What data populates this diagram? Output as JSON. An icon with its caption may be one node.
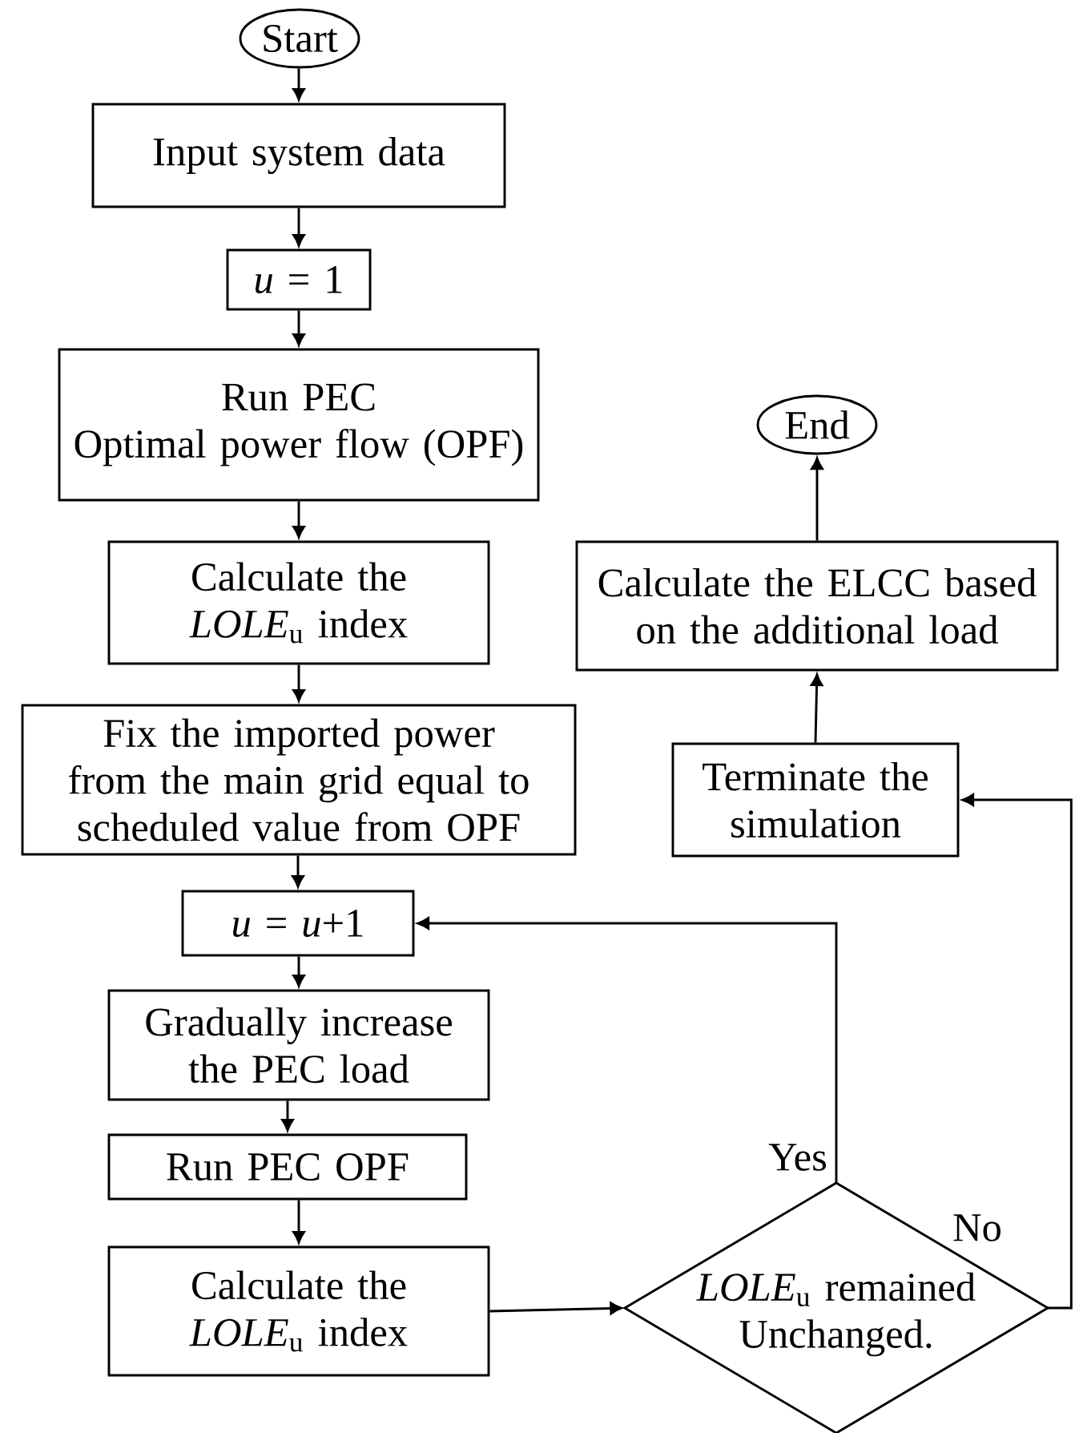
{
  "diagram": {
    "nodes": [
      {
        "text": [
          "Start"
        ]
      },
      {
        "text": [
          "Input system data"
        ]
      },
      {
        "text": [
          "*u* = 1"
        ]
      },
      {
        "text": [
          "Run PEC",
          "Optimal power flow (OPF)"
        ]
      },
      {
        "text": [
          "Calculate the *LOLE*$_{u}$ index"
        ]
      },
      {
        "text": [
          "Fix the imported power from the main grid equal to scheduled value from OPF"
        ]
      },
      {
        "text": [
          "*u* = *u*+1"
        ]
      },
      {
        "text": [
          "Gradually increase the PEC load"
        ]
      },
      {
        "text": [
          "Run PEC OPF"
        ]
      },
      {
        "text": [
          "Calculate the *LOLE*$_{u}$ index"
        ]
      },
      {
        "text": [
          "*LOLE*$_{u}$ remained Unchanged."
        ]
      },
      {
        "text": [
          "Terminate the simulation"
        ]
      },
      {
        "text": [
          "Calculate the ELCC based on the additional load"
        ]
      },
      {
        "text": [
          "End"
        ]
      }
    ],
    "edges": [
      {
        "from": 0,
        "to": 1,
        "arrow": "to"
      },
      {
        "from": 1,
        "to": 2,
        "arrow": "to"
      },
      {
        "from": 2,
        "to": 3,
        "arrow": "to"
      },
      {
        "from": 3,
        "to": 4,
        "arrow": "to"
      },
      {
        "from": 4,
        "to": 5,
        "arrow": "to"
      },
      {
        "from": 5,
        "to": 6,
        "arrow": "to"
      },
      {
        "from": 6,
        "to": 7,
        "arrow": "to"
      },
      {
        "from": 7,
        "to": 8,
        "arrow": "to"
      },
      {
        "from": 8,
        "to": 9,
        "arrow": "to"
      },
      {
        "from": 9,
        "to": 10,
        "arrow": "to"
      },
      {
        "from": 10,
        "to": 6,
        "arrow": "to",
        "label": "Yes"
      },
      {
        "from": 10,
        "to": 11,
        "arrow": "to",
        "label": "No"
      },
      {
        "from": 11,
        "to": 12,
        "arrow": "to"
      },
      {
        "from": 12,
        "to": 13,
        "arrow": "to"
      }
    ]
  }
}
